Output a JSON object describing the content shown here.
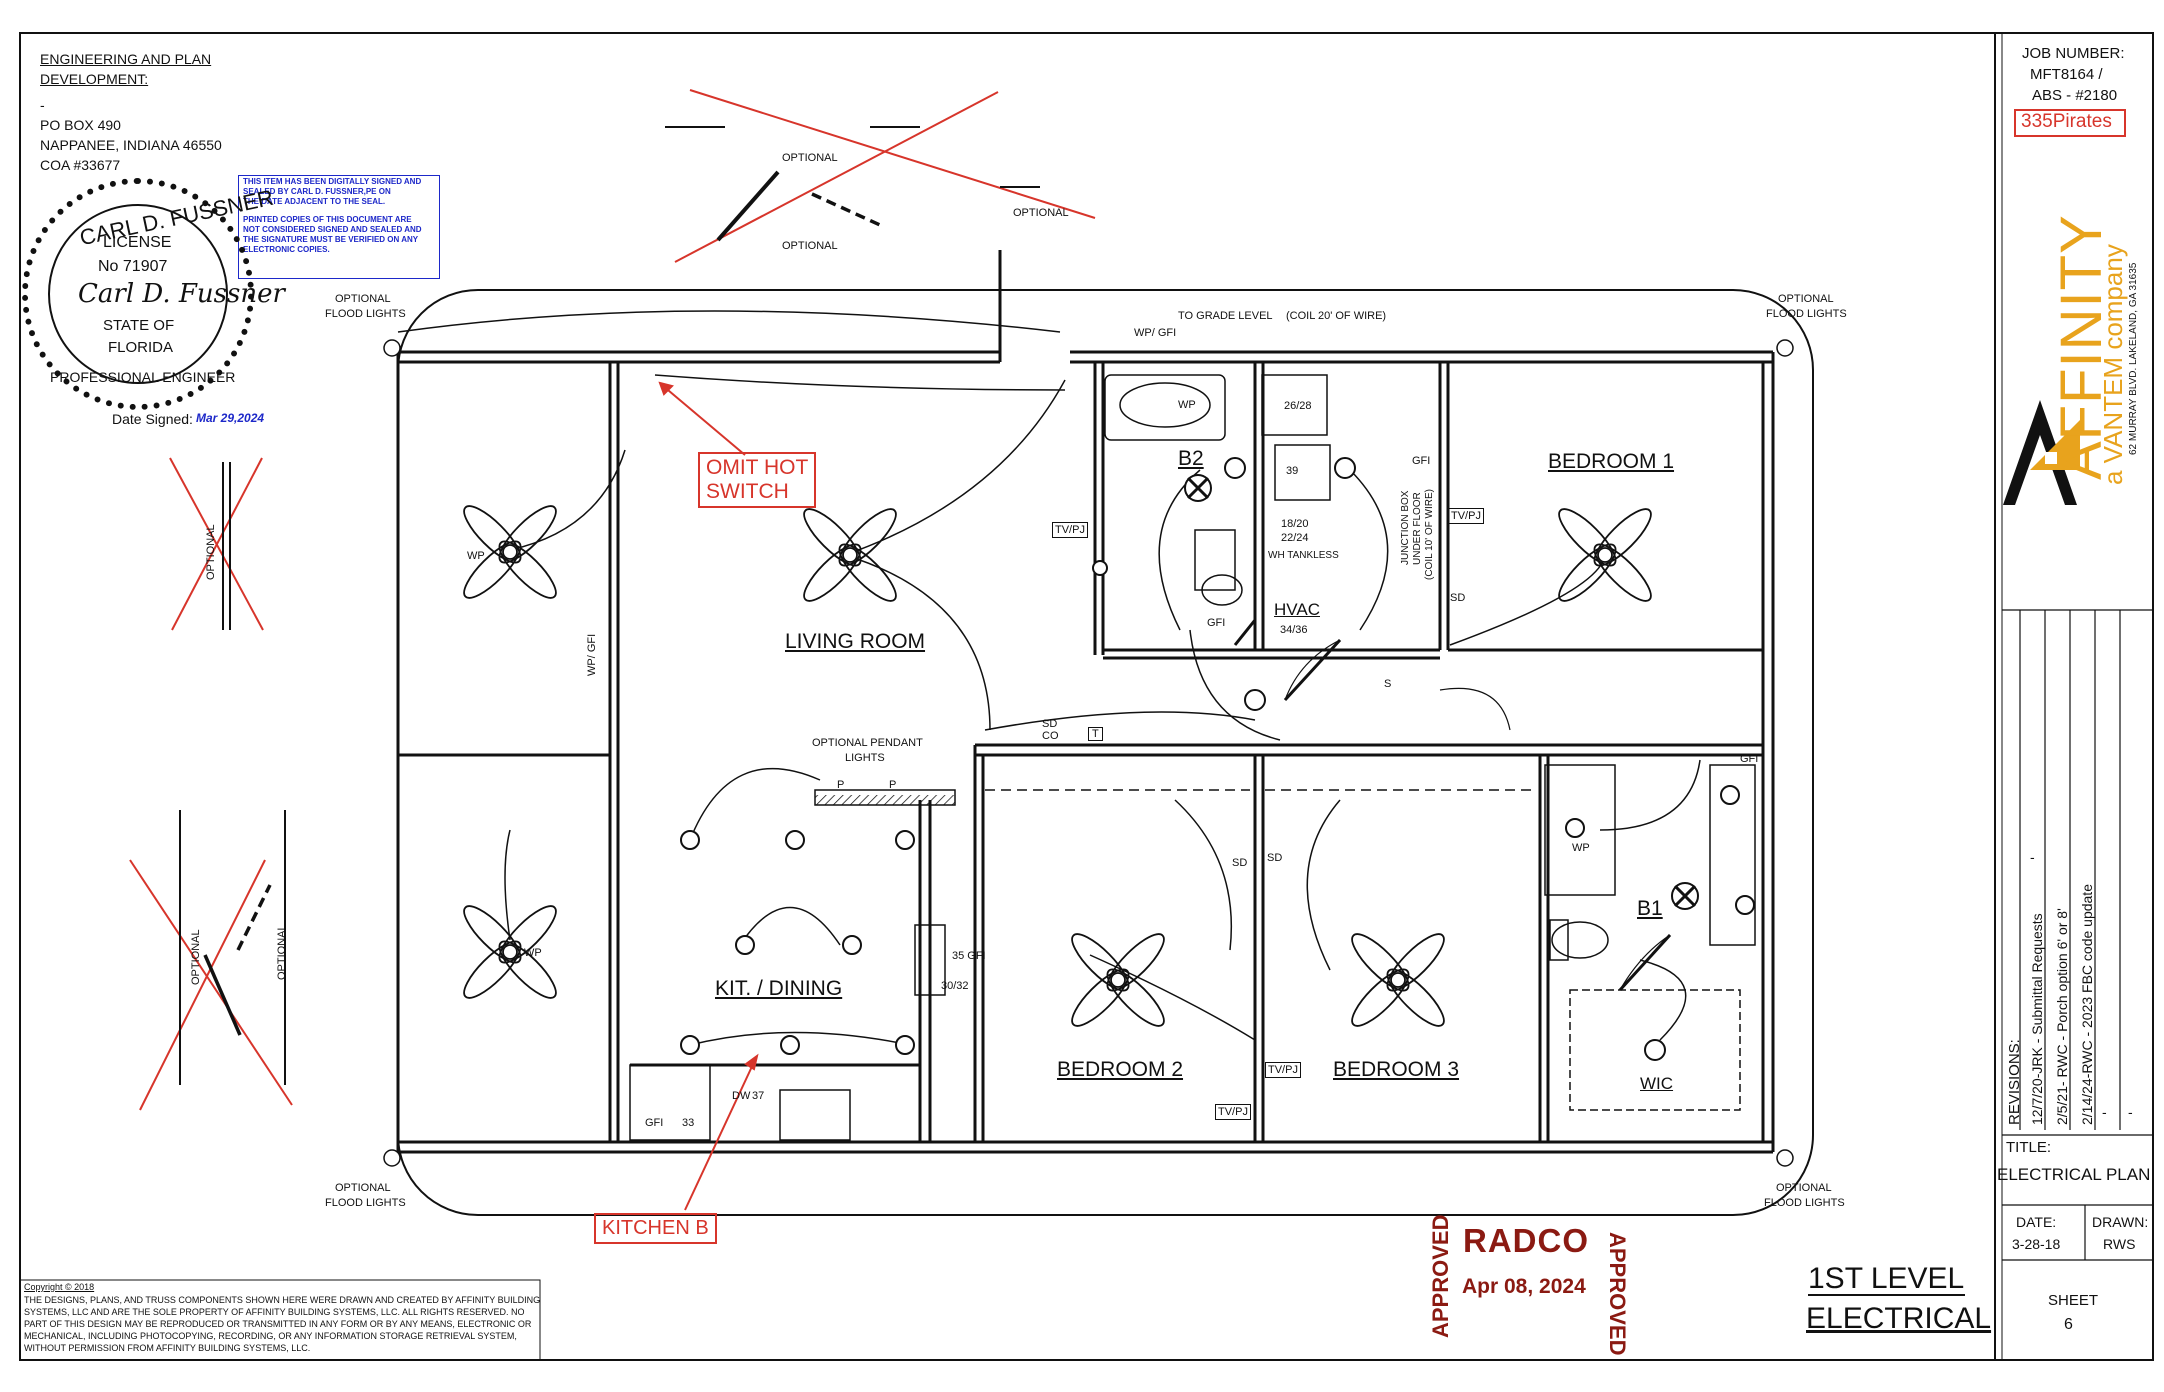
{
  "engineering": {
    "heading_line1": "ENGINEERING AND PLAN",
    "heading_line2": "DEVELOPMENT:",
    "dash": "-",
    "address1": "PO BOX 490",
    "address2": "NAPPANEE, INDIANA  46550",
    "coa": "COA #33677"
  },
  "digital_notice": {
    "line1": "THIS ITEM HAS BEEN DIGITALLY SIGNED AND",
    "line2": "SEALED BY CARL D. FUSSNER,PE ON",
    "line3": "THE DATE ADJACENT TO THE SEAL.",
    "line4": "PRINTED COPIES OF THIS DOCUMENT ARE",
    "line5": "NOT CONSIDERED SIGNED AND SEALED AND",
    "line6": "THE SIGNATURE MUST BE VERIFIED ON ANY",
    "line7": "ELECTRONIC COPIES."
  },
  "seal": {
    "name": "CARL D. FUSSNER",
    "license": "LICENSE",
    "number": "No  71907",
    "state_of": "STATE OF",
    "florida": "FLORIDA",
    "professional": "PROFESSIONAL ENGINEER",
    "signature": "Carl D. Fussner",
    "date_label": "Date Signed:",
    "date_value": "Mar 29,2024"
  },
  "rooms": {
    "living": "LIVING ROOM",
    "kitchen": "KIT. / DINING",
    "bed1": "BEDROOM 1",
    "bed2": "BEDROOM 2",
    "bed3": "BEDROOM 3",
    "b1": "B1",
    "b2": "B2",
    "hvac": "HVAC",
    "hvac_num": "34/36",
    "wic": "WIC"
  },
  "notes": {
    "flood_tl1": "OPTIONAL",
    "flood_tl2": "FLOOD LIGHTS",
    "flood_tr1": "OPTIONAL",
    "flood_tr2": "FLOOD LIGHTS",
    "flood_bl1": "OPTIONAL",
    "flood_bl2": "FLOOD LIGHTS",
    "flood_br1": "OPTIONAL",
    "flood_br2": "FLOOD LIGHTS",
    "grade_level": "TO GRADE LEVEL",
    "coil": "(COIL 20' OF WIRE)",
    "pendant1": "OPTIONAL PENDANT",
    "pendant2": "LIGHTS",
    "optional": "OPTIONAL",
    "wh1": "18/20",
    "wh2": "22/24",
    "wh_tankless": "WH TANKLESS",
    "wh_top": "26/28",
    "wh_39": "39",
    "junction": "JUNCTION BOX",
    "under_floor": "UNDER FLOOR",
    "coil10": "(COIL 10' OF WIRE)",
    "tvpj": "TV/PJ",
    "wp": "WP",
    "wp_gfi": "WP/ GFI",
    "wp_gfi2": "WP/ GFI",
    "gfi": "GFI",
    "sd": "SD",
    "co": "CO",
    "t": "T",
    "s": "S",
    "p": "P",
    "dw": "DW",
    "dw_num": "37",
    "gfi_33": "33",
    "range": "35 GFI",
    "range_num": "30/32"
  },
  "annotations": {
    "omit_hot_line1": "OMIT HOT",
    "omit_hot_line2": "SWITCH",
    "kitchen_b": "KITCHEN B",
    "pirates": "335Pirates"
  },
  "stamp": {
    "approved_left": "APPROVED",
    "radco": "RADCO",
    "date": "Apr 08, 2024",
    "approved_right": "APPROVED"
  },
  "sheet_title": {
    "line1": "1ST LEVEL",
    "line2": "ELECTRICAL"
  },
  "copyright": {
    "label": "Copyright © 2018",
    "line1": "THE DESIGNS, PLANS, AND TRUSS COMPONENTS SHOWN HERE WERE DRAWN AND CREATED BY AFFINITY BUILDING",
    "line2": "SYSTEMS, LLC AND ARE THE SOLE PROPERTY OF AFFINITY BUILDING SYSTEMS, LLC.  ALL RIGHTS RESERVED. NO",
    "line3": "PART OF THIS DESIGN MAY BE REPRODUCED OR TRANSMITTED IN ANY FORM OR BY ANY MEANS, ELECTRONIC OR",
    "line4": "MECHANICAL, INCLUDING PHOTOCOPYING, RECORDING, OR ANY INFORMATION STORAGE RETRIEVAL SYSTEM,",
    "line5": "WITHOUT PERMISSION FROM AFFINITY BUILDING SYSTEMS, LLC."
  },
  "title_block": {
    "job_label": "JOB NUMBER:",
    "job_number": "MFT8164 /",
    "abs": "ABS - #2180",
    "brand": "AFFINITY",
    "vantem": "a VANTEM company",
    "address": "62 MURRAY BLVD. LAKELAND, GA  31635",
    "revisions_label": "REVISIONS:",
    "rev1": "12/7/20-JRK - Submittal Requests",
    "rev2": "2/5/21- RWC - Porch option 6' or 8'",
    "rev3": "2/14/24-RWC - 2023 FBC code update",
    "rev_dash1": "-",
    "rev_dash2": "-",
    "rev_dash3": "-",
    "title_label": "TITLE:",
    "title_value": "ELECTRICAL PLAN",
    "date_label": "DATE:",
    "date_value": "3-28-18",
    "drawn_label": "DRAWN:",
    "drawn_value": "RWS",
    "sheet_label": "SHEET",
    "sheet_value": "6"
  },
  "colors": {
    "annotation_red": "#d7352b",
    "stamp_red": "#8b1a12",
    "notice_blue": "#1d28c9",
    "brand_gold": "#e8a31d",
    "line": "#111111"
  }
}
